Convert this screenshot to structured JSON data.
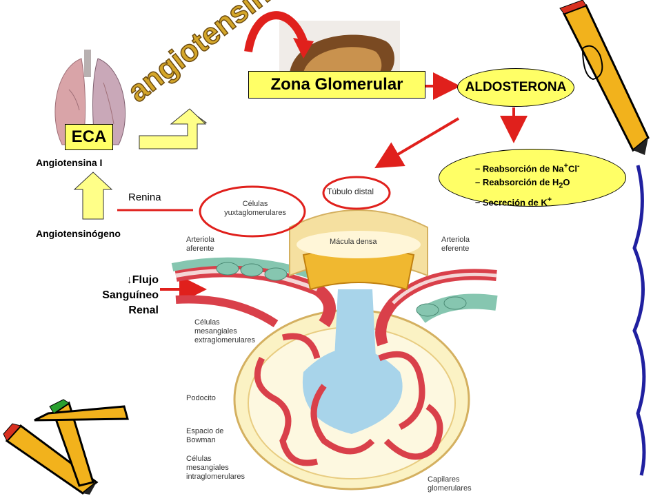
{
  "title_wordart": "angiotensina II",
  "eca": "ECA",
  "zona_glomerular": "Zona Glomerular",
  "aldosterona": "ALDOSTERONA",
  "effects": [
    {
      "prefix": "Reabsorción de Na",
      "sup1": "+",
      "mid": "Cl",
      "sup2": "-",
      "tail": ""
    },
    {
      "prefix": "Reabsorción de H",
      "sub": "2",
      "tail": "O"
    },
    {
      "prefix": "Secreción de K",
      "sup1": "+",
      "tail": ""
    }
  ],
  "angiotensina_i": "Angiotensina I",
  "renina": "Renina",
  "angiotensinogeno": "Angiotensinógeno",
  "flujo": {
    "line1": "↓Flujo",
    "line2": "Sanguíneo",
    "line3": "Renal"
  },
  "diagram_labels": {
    "tubulo_distal": "Túbulo distal",
    "celulas_yuxta_1": "Células",
    "celulas_yuxta_2": "yuxtaglomerulares",
    "macula_densa": "Mácula densa",
    "arteriola_aferente_1": "Arteriola",
    "arteriola_aferente_2": "aferente",
    "arteriola_eferente_1": "Arteriola",
    "arteriola_eferente_2": "eferente",
    "mesangiales_extra_1": "Células",
    "mesangiales_extra_2": "mesangiales",
    "mesangiales_extra_3": "extraglomerulares",
    "podocito": "Podocito",
    "espacio_1": "Espacio de",
    "espacio_2": "Bowman",
    "mesangiales_intra_1": "Células",
    "mesangiales_intra_2": "mesangiales",
    "mesangiales_intra_3": "intraglomerulares",
    "capilares_1": "Capilares",
    "capilares_2": "glomerulares"
  },
  "colors": {
    "box_fill": "#ffff66",
    "arrow_red": "#e0201c",
    "vessel_red": "#d9404a",
    "cell_green": "#86c6b0",
    "tubule_yellow": "#f5d98a"
  }
}
